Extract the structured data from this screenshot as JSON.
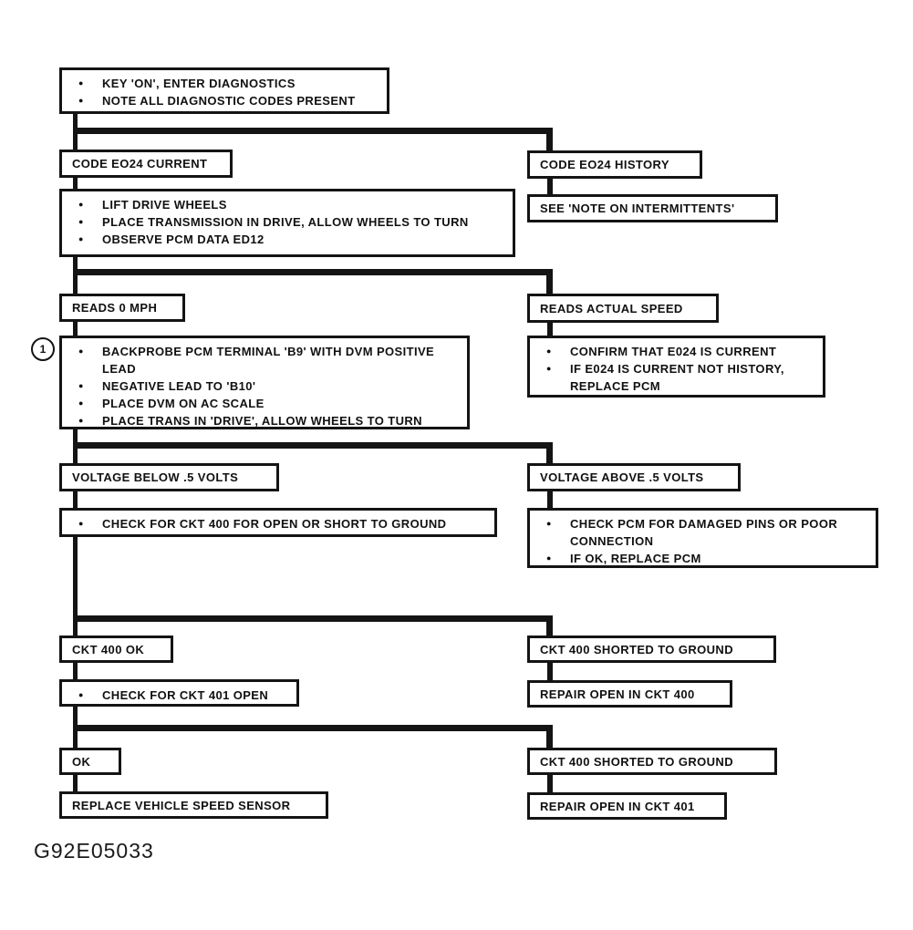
{
  "page": {
    "caption": "G92E05033",
    "ink_color": "#141414",
    "background_color": "#ffffff"
  },
  "flowchart": {
    "nodes": {
      "start": {
        "items": [
          "KEY 'ON', ENTER DIAGNOSTICS",
          "NOTE ALL DIAGNOSTIC CODES PRESENT"
        ]
      },
      "code_current": {
        "label": "CODE EO24 CURRENT"
      },
      "code_history": {
        "label": "CODE EO24 HISTORY"
      },
      "lift_wheels": {
        "items": [
          "LIFT DRIVE WHEELS",
          "PLACE TRANSMISSION IN DRIVE, ALLOW WHEELS TO TURN",
          "OBSERVE PCM DATA ED12"
        ]
      },
      "see_note": {
        "label": "SEE 'NOTE ON INTERMITTENTS'"
      },
      "reads_zero": {
        "label": "READS 0 MPH"
      },
      "reads_actual": {
        "label": "READS ACTUAL SPEED"
      },
      "backprobe": {
        "ref": "1",
        "items": [
          "BACKPROBE PCM TERMINAL 'B9' WITH DVM POSITIVE LEAD",
          "NEGATIVE LEAD TO 'B10'",
          "PLACE DVM ON AC SCALE",
          "PLACE TRANS IN 'DRIVE', ALLOW WHEELS TO TURN"
        ]
      },
      "confirm_current": {
        "items": [
          "CONFIRM THAT E024 IS CURRENT",
          "IF E024 IS CURRENT NOT HISTORY, REPLACE PCM"
        ]
      },
      "volt_below": {
        "label": "VOLTAGE BELOW .5 VOLTS"
      },
      "volt_above": {
        "label": "VOLTAGE ABOVE .5 VOLTS"
      },
      "check_ckt400": {
        "items": [
          "CHECK FOR CKT 400 FOR OPEN OR SHORT TO GROUND"
        ]
      },
      "check_pcm_pins": {
        "items": [
          "CHECK PCM FOR DAMAGED PINS OR POOR CONNECTION",
          "IF OK,  REPLACE PCM"
        ]
      },
      "ckt400_ok": {
        "label": "CKT 400 OK"
      },
      "ckt400_shorted_1": {
        "label": "CKT 400 SHORTED TO GROUND"
      },
      "check_ckt401": {
        "items": [
          "CHECK FOR CKT 401 OPEN"
        ]
      },
      "repair_ckt400": {
        "label": "REPAIR OPEN IN CKT 400"
      },
      "ok": {
        "label": "OK"
      },
      "ckt400_shorted_2": {
        "label": "CKT 400 SHORTED TO GROUND"
      },
      "replace_vss": {
        "label": "REPLACE VEHICLE SPEED SENSOR"
      },
      "repair_ckt401": {
        "label": "REPAIR OPEN IN CKT 401"
      }
    }
  }
}
